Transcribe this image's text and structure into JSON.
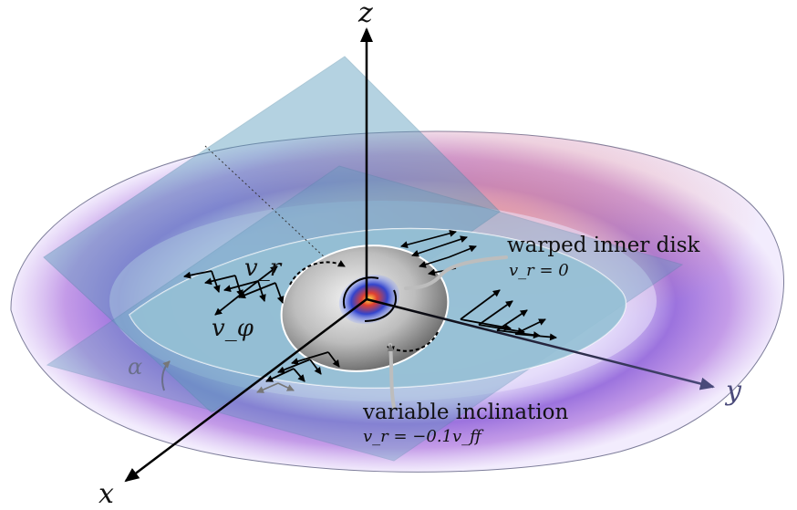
{
  "axes": {
    "x": "x",
    "y": "y",
    "z": "z"
  },
  "labels": {
    "warped_title": "warped inner disk",
    "warped_eq": "v_r = 0",
    "variable_title": "variable inclination",
    "variable_eq": "v_r = −0.1v_ff",
    "vr": "v_r",
    "vphi": "v_φ",
    "alpha": "α"
  },
  "colors": {
    "outer_disk_purple": "#8a5ad8",
    "outer_disk_pink": "#d7879a",
    "plane_blue": "#5b9cbd",
    "inner_disk_gray": "#9a9a9a",
    "core_blue": "#3344cc",
    "core_red": "#e04030"
  }
}
